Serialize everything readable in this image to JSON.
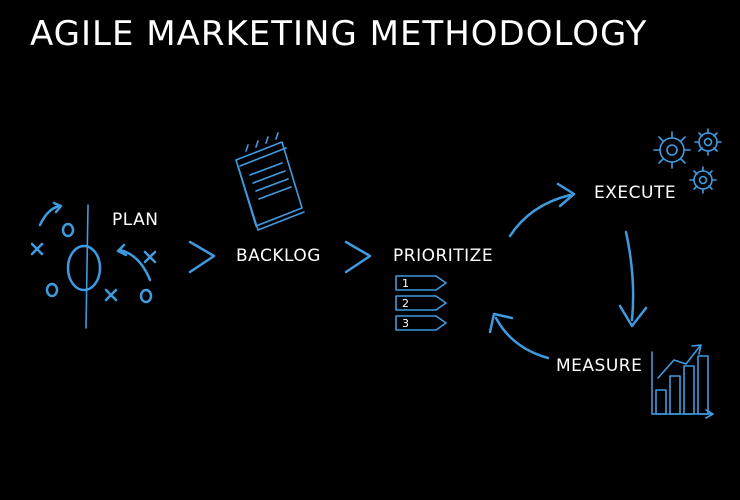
{
  "title": "AGILE MARKETING METHODOLOGY",
  "steps": {
    "plan": "PLAN",
    "backlog": "BACKLOG",
    "prioritize": "PRIORITIZE",
    "execute": "EXECUTE",
    "measure": "MEASURE"
  },
  "priority_list": [
    "1",
    "2",
    "3"
  ],
  "colors": {
    "background": "#000000",
    "accent": "#3f9be0",
    "text": "#ffffff"
  },
  "icons": [
    "play-diagram-icon",
    "notepad-icon",
    "numbered-list-icon",
    "gears-icon",
    "bar-chart-icon",
    "chevron-arrow-icon",
    "cycle-arrow-icon"
  ]
}
